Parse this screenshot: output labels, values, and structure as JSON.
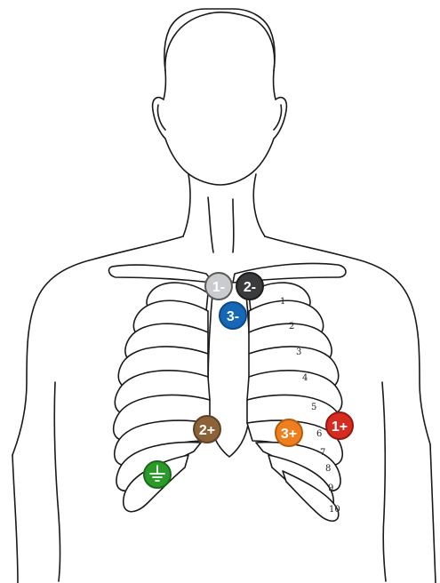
{
  "electrodes": [
    {
      "key": "lead1-neg",
      "label": "1-",
      "color": "#c9cbce",
      "ring": "#5a5a5a"
    },
    {
      "key": "lead2-neg",
      "label": "2-",
      "color": "#3a3b3d",
      "ring": "#1c1c1c"
    },
    {
      "key": "lead3-neg",
      "label": "3-",
      "color": "#1667b5",
      "ring": "#0d4a85"
    },
    {
      "key": "lead2-pos",
      "label": "2+",
      "color": "#8c6339",
      "ring": "#5e4124"
    },
    {
      "key": "lead3-pos",
      "label": "3+",
      "color": "#ee7f1e",
      "ring": "#b35b10"
    },
    {
      "key": "lead1-pos",
      "label": "1+",
      "color": "#d52b20",
      "ring": "#931a12"
    },
    {
      "key": "ground",
      "label": "",
      "icon": "ground-icon",
      "color": "#2c9a2a",
      "ring": "#1b6a1a"
    }
  ],
  "rib_numbers": [
    "1",
    "2",
    "3",
    "4",
    "5",
    "6",
    "7",
    "8",
    "9",
    "10"
  ]
}
